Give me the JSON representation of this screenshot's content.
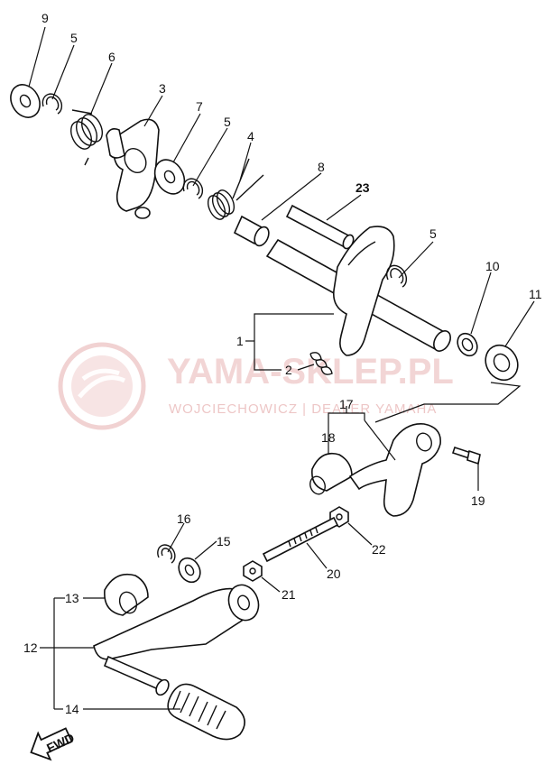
{
  "watermark": {
    "title": "YAMA-SKLEP.PL",
    "subtitle": "WOJCIECHOWICZ | DEALER YAMAHA",
    "color": "#e8b4b4"
  },
  "direction_label": "FWD",
  "callouts": [
    {
      "id": "9",
      "text": "9"
    },
    {
      "id": "5a",
      "text": "5"
    },
    {
      "id": "6",
      "text": "6"
    },
    {
      "id": "3",
      "text": "3"
    },
    {
      "id": "7",
      "text": "7"
    },
    {
      "id": "5b",
      "text": "5"
    },
    {
      "id": "4",
      "text": "4"
    },
    {
      "id": "8",
      "text": "8"
    },
    {
      "id": "23",
      "text": "23"
    },
    {
      "id": "5c",
      "text": "5"
    },
    {
      "id": "10",
      "text": "10"
    },
    {
      "id": "11",
      "text": "11"
    },
    {
      "id": "1",
      "text": "1"
    },
    {
      "id": "2",
      "text": "2"
    },
    {
      "id": "17",
      "text": "17"
    },
    {
      "id": "18",
      "text": "18"
    },
    {
      "id": "19",
      "text": "19"
    },
    {
      "id": "22",
      "text": "22"
    },
    {
      "id": "16",
      "text": "16"
    },
    {
      "id": "15",
      "text": "15"
    },
    {
      "id": "20",
      "text": "20"
    },
    {
      "id": "13",
      "text": "13"
    },
    {
      "id": "21",
      "text": "21"
    },
    {
      "id": "12",
      "text": "12"
    },
    {
      "id": "14",
      "text": "14"
    }
  ]
}
